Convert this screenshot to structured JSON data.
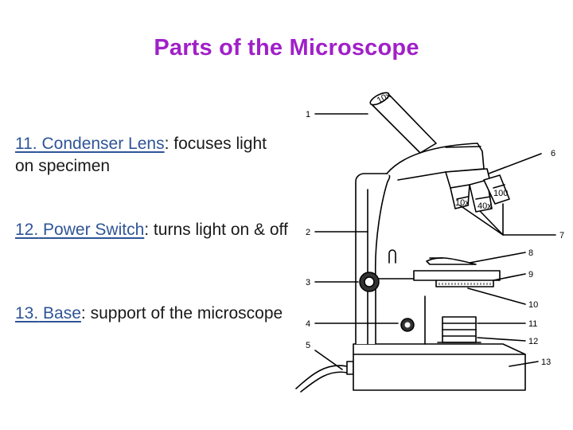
{
  "title": "Parts of the Microscope",
  "descriptions": [
    {
      "number": "11.",
      "term": "Condenser Lens",
      "text": ": focuses light on specimen"
    },
    {
      "number": "12.",
      "term": "Power Switch",
      "text": ": turns light on & off"
    },
    {
      "number": "13.",
      "term": "Base",
      "text": ": support of the microscope"
    }
  ],
  "diagram": {
    "labels": [
      "1",
      "2",
      "3",
      "4",
      "5",
      "6",
      "7",
      "8",
      "9",
      "10",
      "11",
      "12",
      "13"
    ],
    "eyepiece_text": "10x",
    "objective_texts": [
      "10x",
      "40x",
      "100"
    ]
  },
  "colors": {
    "title": "#a020c8",
    "term": "#2f5597",
    "text": "#1a1a1a"
  }
}
